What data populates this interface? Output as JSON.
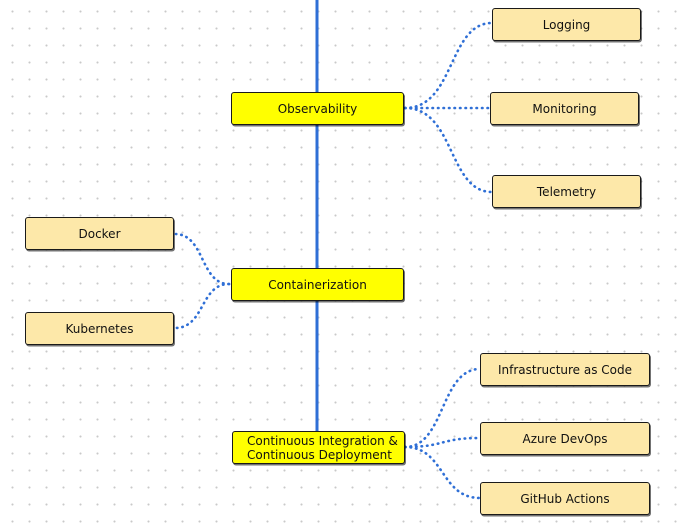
{
  "diagram": {
    "colors": {
      "trunk": "#2f6fd6",
      "connector": "#2f6fd6",
      "main_fill": "#ffff00",
      "leaf_fill": "#fde8a9",
      "border": "#1a1a1a"
    },
    "main_nodes": [
      {
        "id": "observability",
        "label": "Observability"
      },
      {
        "id": "containerization",
        "label": "Containerization"
      },
      {
        "id": "cicd",
        "label": "Continuous Integration & Continuous Deployment",
        "lines": [
          "Continuous Integration &",
          "Continuous Deployment"
        ]
      }
    ],
    "leaf_nodes": [
      {
        "id": "logging",
        "label": "Logging",
        "parent": "observability"
      },
      {
        "id": "monitoring",
        "label": "Monitoring",
        "parent": "observability"
      },
      {
        "id": "telemetry",
        "label": "Telemetry",
        "parent": "observability"
      },
      {
        "id": "docker",
        "label": "Docker",
        "parent": "containerization"
      },
      {
        "id": "kubernetes",
        "label": "Kubernetes",
        "parent": "containerization"
      },
      {
        "id": "infrastructure-as-code",
        "label": "Infrastructure as Code",
        "parent": "cicd"
      },
      {
        "id": "azure-devops",
        "label": "Azure DevOps",
        "parent": "cicd"
      },
      {
        "id": "github-actions",
        "label": "GitHub Actions",
        "parent": "cicd"
      }
    ]
  }
}
